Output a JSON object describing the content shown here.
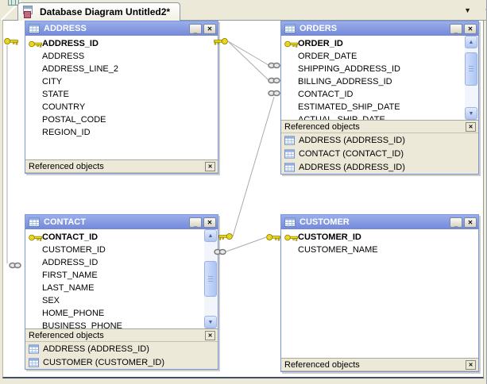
{
  "tab_bar": {
    "tab_title": "Database Diagram Untitled2*",
    "dropdown_icon": "▼",
    "scroll_left_icon": "◄"
  },
  "labels": {
    "referenced_objects": "Referenced objects"
  },
  "window_controls": {
    "minimize": "_",
    "close": "✕",
    "panel_close": "✕"
  },
  "scrollbar": {
    "up": "▲",
    "down": "▼"
  },
  "colors": {
    "titlebar_blue": "#7E96E0",
    "panel_beige": "#ECE9D8",
    "window_border_blue": "#7A96DF",
    "relationship_line_grey": "#ABABAB",
    "key_gold": "#FFE714"
  },
  "windows": [
    {
      "title": "ADDRESS",
      "columns": [
        {
          "name": "ADDRESS_ID",
          "pk": true
        },
        {
          "name": "ADDRESS",
          "pk": false
        },
        {
          "name": "ADDRESS_LINE_2",
          "pk": false
        },
        {
          "name": "CITY",
          "pk": false
        },
        {
          "name": "STATE",
          "pk": false
        },
        {
          "name": "COUNTRY",
          "pk": false
        },
        {
          "name": "POSTAL_CODE",
          "pk": false
        },
        {
          "name": "REGION_ID",
          "pk": false
        }
      ],
      "referenced_objects": []
    },
    {
      "title": "ORDERS",
      "columns": [
        {
          "name": "ORDER_ID",
          "pk": true
        },
        {
          "name": "ORDER_DATE",
          "pk": false
        },
        {
          "name": "SHIPPING_ADDRESS_ID",
          "pk": false
        },
        {
          "name": "BILLING_ADDRESS_ID",
          "pk": false
        },
        {
          "name": "CONTACT_ID",
          "pk": false
        },
        {
          "name": "ESTIMATED_SHIP_DATE",
          "pk": false
        },
        {
          "name": "ACTUAL_SHIP_DATE",
          "pk": false
        }
      ],
      "referenced_objects": [
        "ADDRESS (ADDRESS_ID)",
        "CONTACT (CONTACT_ID)",
        "ADDRESS (ADDRESS_ID)"
      ]
    },
    {
      "title": "CONTACT",
      "columns": [
        {
          "name": "CONTACT_ID",
          "pk": true
        },
        {
          "name": "CUSTOMER_ID",
          "pk": false
        },
        {
          "name": "ADDRESS_ID",
          "pk": false
        },
        {
          "name": "FIRST_NAME",
          "pk": false
        },
        {
          "name": "LAST_NAME",
          "pk": false
        },
        {
          "name": "SEX",
          "pk": false
        },
        {
          "name": "HOME_PHONE",
          "pk": false
        },
        {
          "name": "BUSINESS_PHONE",
          "pk": false
        }
      ],
      "referenced_objects": [
        "ADDRESS (ADDRESS_ID)",
        "CUSTOMER (CUSTOMER_ID)"
      ]
    },
    {
      "title": "CUSTOMER",
      "columns": [
        {
          "name": "CUSTOMER_ID",
          "pk": true
        },
        {
          "name": "CUSTOMER_NAME",
          "pk": false
        }
      ],
      "referenced_objects": []
    }
  ],
  "relationships": [
    {
      "from": "ADDRESS.ADDRESS_ID",
      "to": "ORDERS.SHIPPING_ADDRESS_ID"
    },
    {
      "from": "ADDRESS.ADDRESS_ID",
      "to": "ORDERS.BILLING_ADDRESS_ID"
    },
    {
      "from": "CONTACT.CONTACT_ID",
      "to": "ORDERS.CONTACT_ID"
    },
    {
      "from": "CUSTOMER.CUSTOMER_ID",
      "to": "CONTACT.CUSTOMER_ID"
    },
    {
      "from": "ADDRESS.ADDRESS_ID",
      "to": "CONTACT.ADDRESS_ID"
    }
  ]
}
